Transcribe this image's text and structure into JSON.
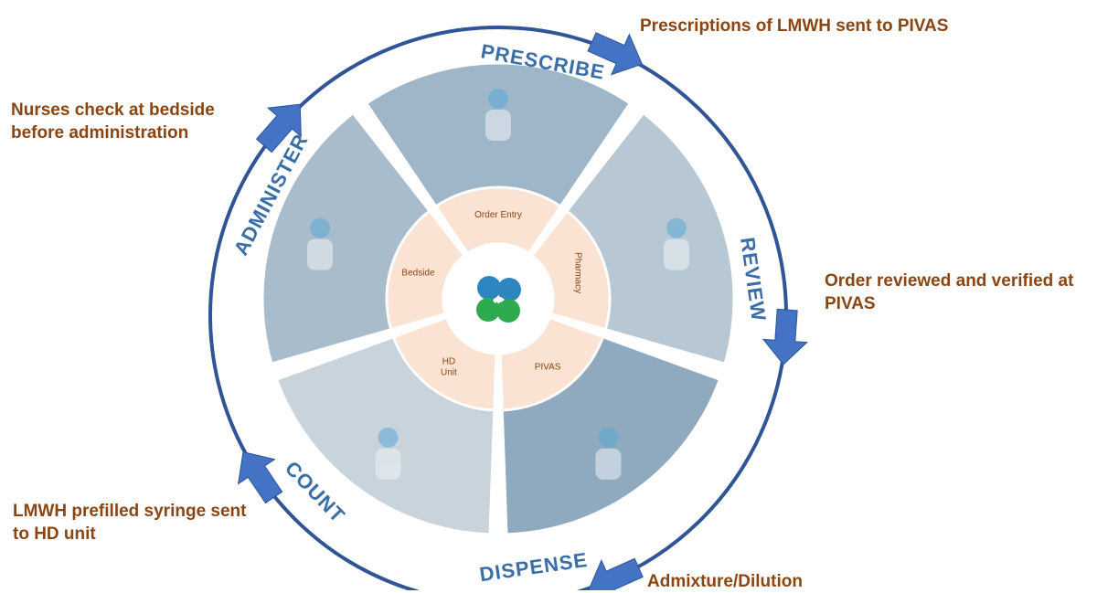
{
  "stages": [
    {
      "key": "prescribe",
      "label": "PRESCRIBE",
      "inner_label": "Order Entry",
      "inner_lines": [
        "Order Entry"
      ]
    },
    {
      "key": "review",
      "label": "REVIEW",
      "inner_label": "Pharmacy",
      "inner_lines": [
        "Pharmacy"
      ]
    },
    {
      "key": "dispense",
      "label": "DISPENSE",
      "inner_label": "PIVAS",
      "inner_lines": [
        "PIVAS"
      ]
    },
    {
      "key": "count",
      "label": "COUNT",
      "inner_label": "HD Unit",
      "inner_lines": [
        "HD",
        "Unit"
      ]
    },
    {
      "key": "administer",
      "label": "ADMINISTER",
      "inner_label": "Bedside",
      "inner_lines": [
        "Bedside"
      ]
    }
  ],
  "callouts": {
    "prescribe": {
      "lines": [
        "Prescriptions of LMWH sent to PIVAS"
      ]
    },
    "review": {
      "lines": [
        "Order reviewed and verified at",
        "PIVAS"
      ]
    },
    "dispense": {
      "lines": [
        "Admixture/Dilution"
      ]
    },
    "count": {
      "lines": [
        "LMWH prefilled syringe sent",
        "to HD unit"
      ]
    },
    "administer": {
      "lines": [
        "Nurses check at bedside",
        "before administration"
      ]
    }
  },
  "colors": {
    "ring": "#2f5597",
    "arrow": "#4472c4",
    "stage_label": "#3a6ea8",
    "callout_text": "#8b4513",
    "inner_fill": "#fbe3d4",
    "logo_blue": "#2e86c1",
    "logo_green": "#2eab4e",
    "photo_tones": [
      "#9fb6c9",
      "#b7c7d3",
      "#8fa9bf",
      "#c8d3dc",
      "#a9bccb"
    ]
  },
  "icons": {
    "center_logo": "hospital-logo-icon",
    "arrow": "flow-arrow-icon"
  }
}
